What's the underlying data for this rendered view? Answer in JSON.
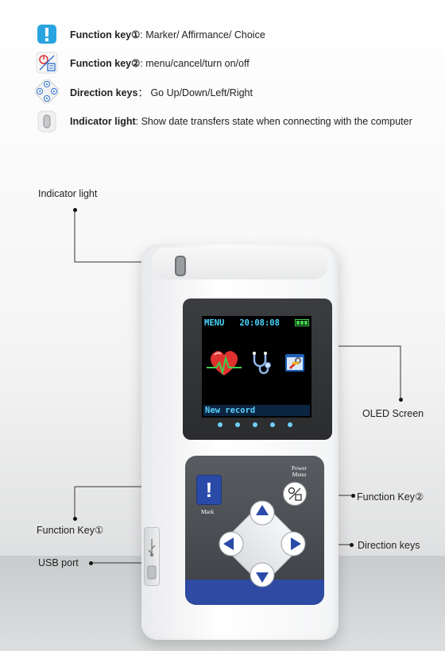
{
  "legend": [
    {
      "title": "Function key①",
      "desc": ": Marker/ Affirmance/ Choice",
      "icon": "function-key-1-icon"
    },
    {
      "title": "Function key②",
      "desc": ": menu/cancel/turn on/off",
      "icon": "function-key-2-icon"
    },
    {
      "title": "Direction keys",
      "desc": "： Go Up/Down/Left/Right",
      "icon": "direction-keys-icon"
    },
    {
      "title": "Indicator light",
      "desc": ": Show date transfers state when connecting with the computer",
      "icon": "indicator-light-icon"
    }
  ],
  "callouts": {
    "indicator_light": "Indicator light",
    "oled_screen": "OLED Screen",
    "function_key_2": "Function Key②",
    "function_key_1": "Function Key①",
    "direction_keys": "Direction keys",
    "usb_port": "USB port"
  },
  "screen": {
    "menu_label": "MENU",
    "time": "20:08:08",
    "caption": "New record"
  },
  "keypad": {
    "mark_label": "Mark",
    "power_label": "Power",
    "menu_label": "Menu"
  },
  "colors": {
    "screen_text": "#47d7ff",
    "battery": "#43d14b",
    "keypad_accent": "#2e4aa2",
    "mark_key": "#2a4aa8",
    "dpad_arrow": "#2a4aa8"
  }
}
